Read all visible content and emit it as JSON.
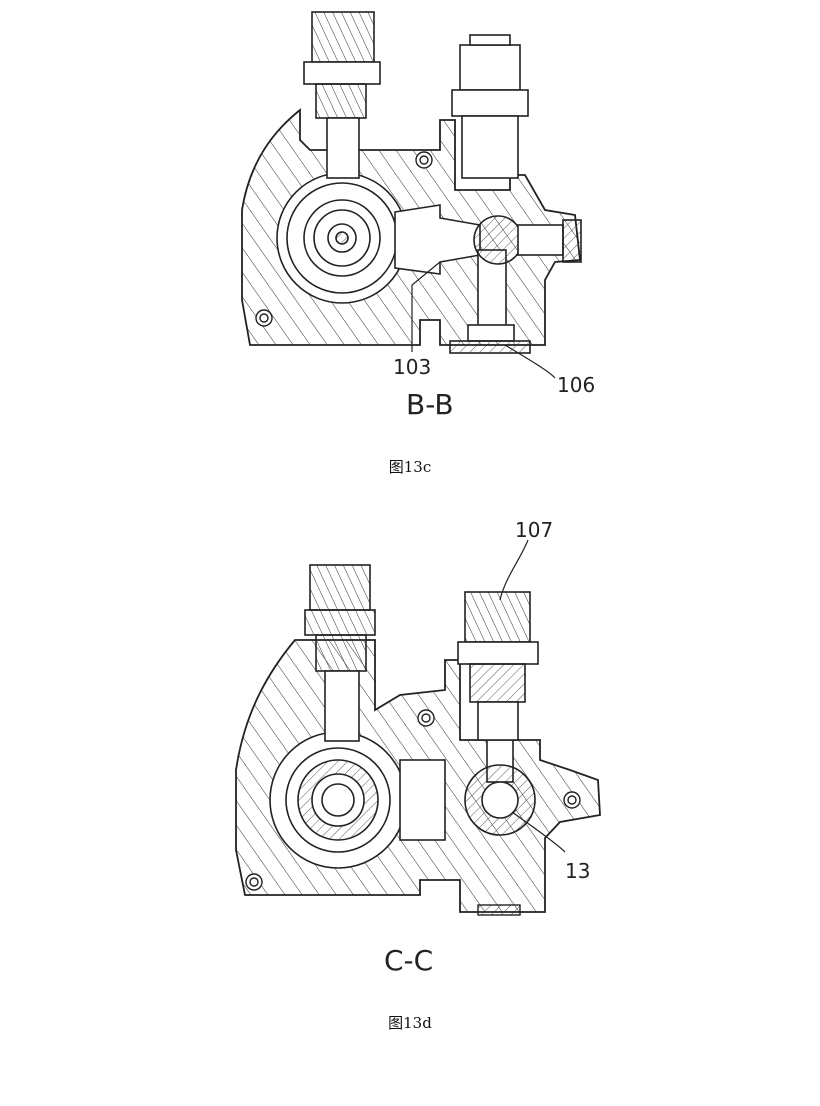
{
  "figure_13c": {
    "caption": "图13c",
    "section_label": "B-B",
    "callouts": [
      "103",
      "106"
    ]
  },
  "figure_13d": {
    "caption": "图13d",
    "section_label": "C-C",
    "callouts": [
      "107",
      "13"
    ]
  },
  "colors": {
    "line": "#222222",
    "background": "#ffffff"
  }
}
